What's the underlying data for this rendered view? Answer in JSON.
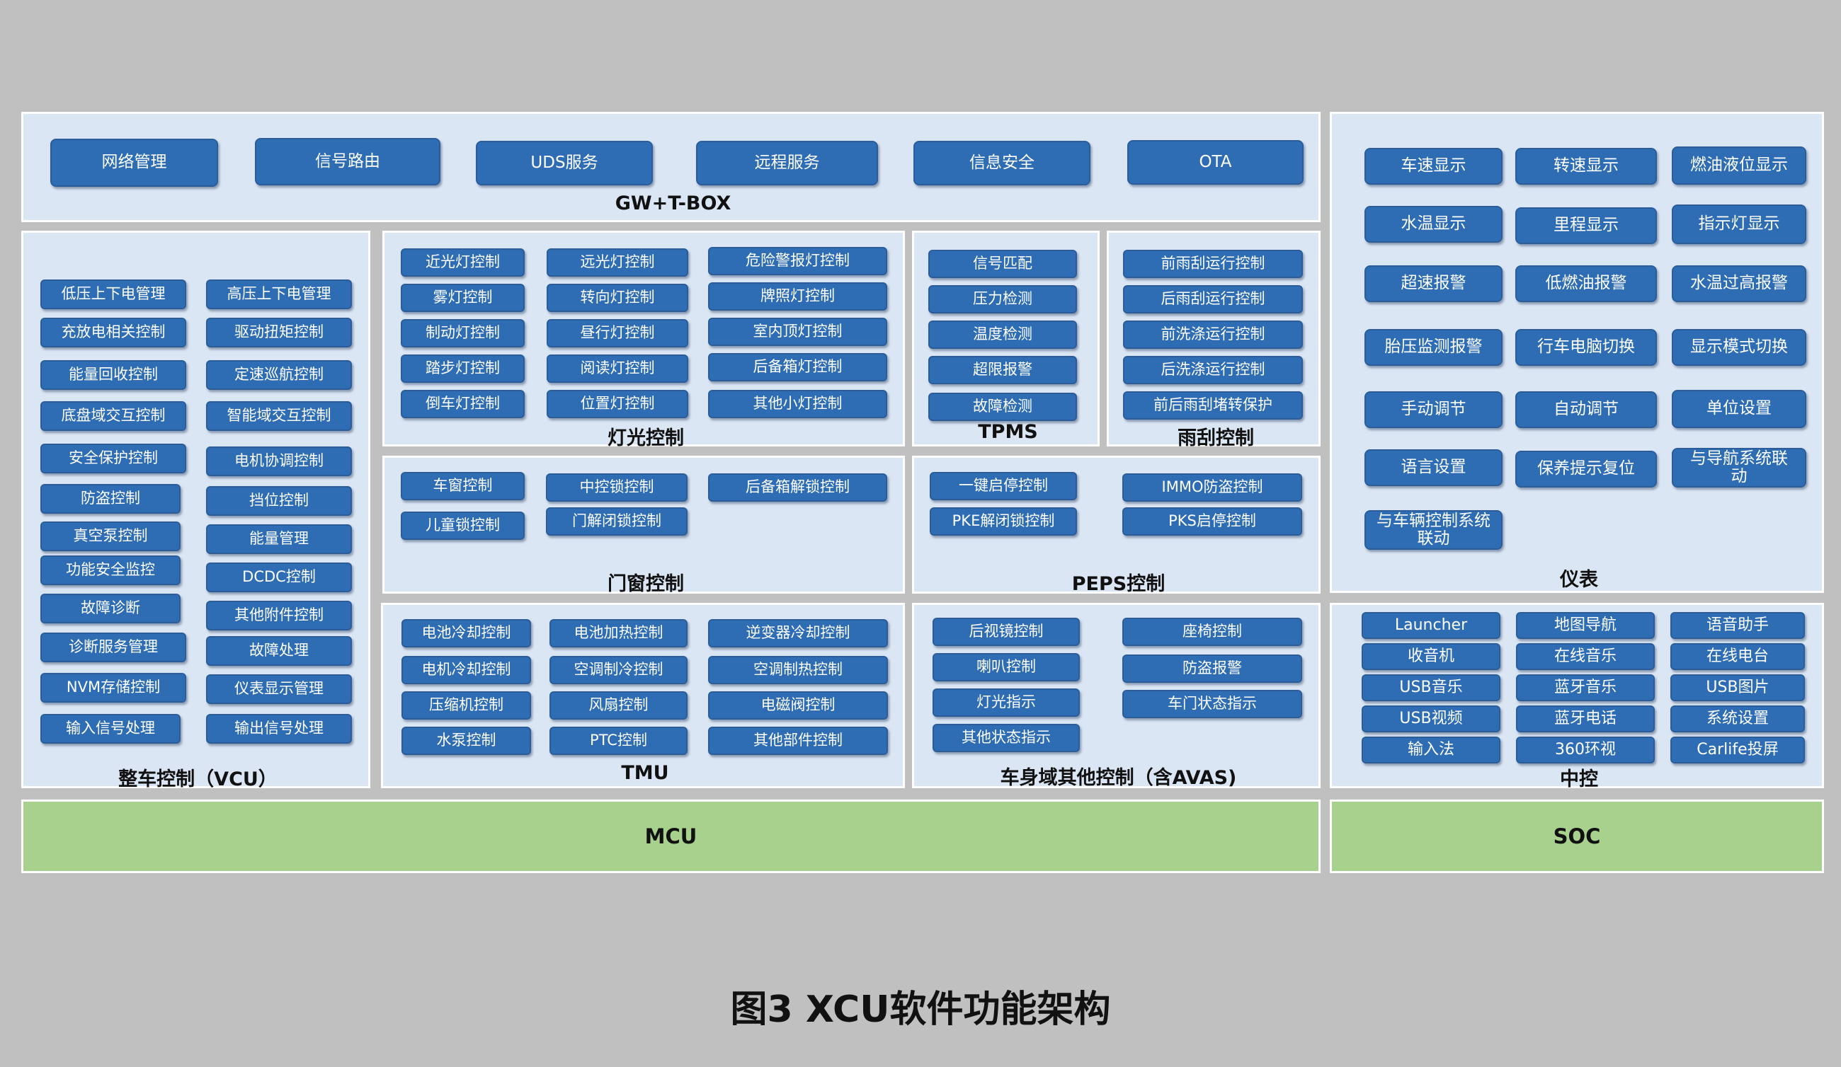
{
  "panels": {
    "gw": {
      "label": "GW+T-BOX",
      "items": [
        "网络管理",
        "信号路由",
        "UDS服务",
        "远程服务",
        "信息安全",
        "OTA"
      ]
    },
    "vcu": {
      "label": "整车控制（VCU）",
      "items": [
        "低压上下电管理",
        "高压上下电管理",
        "充放电相关控制",
        "驱动扭矩控制",
        "能量回收控制",
        "定速巡航控制",
        "底盘域交互控制",
        "智能域交互控制",
        "安全保护控制",
        "电机协调控制",
        "防盗控制",
        "挡位控制",
        "真空泵控制",
        "能量管理",
        "功能安全监控",
        "DCDC控制",
        "故障诊断",
        "其他附件控制",
        "诊断服务管理",
        "故障处理",
        "NVM存储控制",
        "仪表显示管理",
        "输入信号处理",
        "输出信号处理"
      ]
    },
    "light": {
      "label": "灯光控制",
      "items": [
        "近光灯控制",
        "远光灯控制",
        "危险警报灯控制",
        "雾灯控制",
        "转向灯控制",
        "牌照灯控制",
        "制动灯控制",
        "昼行灯控制",
        "室内顶灯控制",
        "踏步灯控制",
        "阅读灯控制",
        "后备箱灯控制",
        "倒车灯控制",
        "位置灯控制",
        "其他小灯控制"
      ]
    },
    "tpms": {
      "label": "TPMS",
      "items": [
        "信号匹配",
        "压力检测",
        "温度检测",
        "超限报警",
        "故障检测"
      ]
    },
    "wiper": {
      "label": "雨刮控制",
      "items": [
        "前雨刮运行控制",
        "后雨刮运行控制",
        "前洗涤运行控制",
        "后洗涤运行控制",
        "前后雨刮堵转保护"
      ]
    },
    "door": {
      "label": "门窗控制",
      "items": [
        "车窗控制",
        "中控锁控制",
        "后备箱解锁控制",
        "儿童锁控制",
        "门解闭锁控制"
      ]
    },
    "peps": {
      "label": "PEPS控制",
      "items": [
        "一键启停控制",
        "IMMO防盗控制",
        "PKE解闭锁控制",
        "PKS启停控制"
      ]
    },
    "tmu": {
      "label": "TMU",
      "items": [
        "电池冷却控制",
        "电池加热控制",
        "逆变器冷却控制",
        "电机冷却控制",
        "空调制冷控制",
        "空调制热控制",
        "压缩机控制",
        "风扇控制",
        "电磁阀控制",
        "水泵控制",
        "PTC控制",
        "其他部件控制"
      ]
    },
    "body": {
      "label": "车身域其他控制（含AVAS)",
      "items": [
        "后视镜控制",
        "座椅控制",
        "喇叭控制",
        "防盗报警",
        "灯光指示",
        "车门状态指示",
        "其他状态指示"
      ]
    },
    "cluster": {
      "label": "仪表",
      "items": [
        "车速显示",
        "转速显示",
        "燃油液位显示",
        "水温显示",
        "里程显示",
        "指示灯显示",
        "超速报警",
        "低燃油报警",
        "水温过高报警",
        "胎压监测报警",
        "行车电脑切换",
        "显示模式切换",
        "手动调节",
        "自动调节",
        "单位设置",
        "语言设置",
        "保养提示复位",
        "与导航系统联动",
        "与车辆控制系统联动"
      ]
    },
    "center": {
      "label": "中控",
      "items": [
        "Launcher",
        "地图导航",
        "语音助手",
        "收音机",
        "在线音乐",
        "在线电台",
        "USB音乐",
        "蓝牙音乐",
        "USB图片",
        "USB视频",
        "蓝牙电话",
        "系统设置",
        "输入法",
        "360环视",
        "Carlife投屏"
      ]
    }
  },
  "bars": {
    "mcu": "MCU",
    "soc": "SOC"
  },
  "caption": "图3  XCU软件功能架构",
  "colors": {
    "background": "#c0c0c0",
    "panel": "#dbe6f4",
    "button": "#2e6db4",
    "bar": "#a9d18e"
  }
}
